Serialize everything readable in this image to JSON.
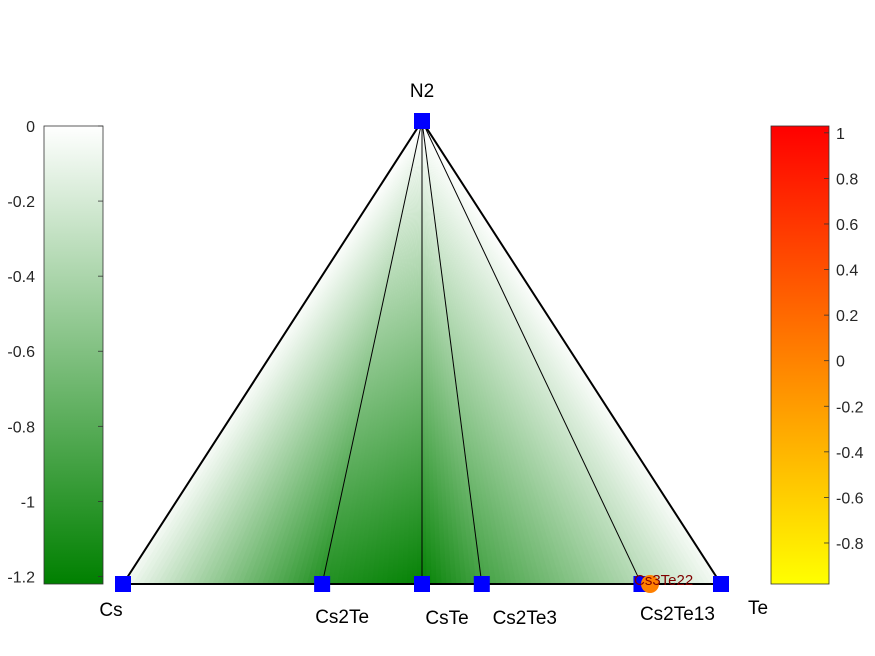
{
  "chart_data": {
    "type": "ternary-phase-diagram",
    "vertices": {
      "top": "N2",
      "left": "Cs",
      "right": "Te"
    },
    "compounds": [
      {
        "name": "N2",
        "position": 0.5,
        "is_apex": true
      },
      {
        "name": "Cs",
        "position": 0.0
      },
      {
        "name": "Cs2Te",
        "position": 0.333
      },
      {
        "name": "CsTe",
        "position": 0.5
      },
      {
        "name": "Cs2Te3",
        "position": 0.6
      },
      {
        "name": "Cs3Te22",
        "position": 0.88
      },
      {
        "name": "Cs2Te13",
        "position": 0.867
      },
      {
        "name": "Te",
        "position": 1.0
      }
    ],
    "tie_lines": [
      [
        "N2",
        "Cs2Te"
      ],
      [
        "N2",
        "CsTe"
      ],
      [
        "N2",
        "Cs2Te3"
      ],
      [
        "N2",
        "Cs2Te13"
      ]
    ],
    "unstable_point": {
      "name": "Cs3Te22",
      "position": 0.88,
      "color": "#ff8000",
      "label_color": "#800000"
    },
    "formation_energy_colorbar": {
      "ticks": [
        "0",
        "-0.2",
        "-0.4",
        "-0.6",
        "-0.8",
        "-1",
        "-1.2"
      ],
      "range": [
        -1.22,
        0
      ],
      "color_low": "#008000",
      "color_high": "#ffffff"
    },
    "hull_distance_colorbar": {
      "ticks": [
        "1",
        "0.8",
        "0.6",
        "0.4",
        "0.2",
        "0",
        "-0.2",
        "-0.4",
        "-0.6",
        "-0.8"
      ],
      "range": [
        -0.98,
        1.03
      ],
      "color_low": "#ffff00",
      "color_high": "#ff0000"
    },
    "facet_energy": [
      -0.05,
      -1.05,
      -1.2,
      -0.6,
      -0.05
    ],
    "marker_color": "#0000ff"
  }
}
